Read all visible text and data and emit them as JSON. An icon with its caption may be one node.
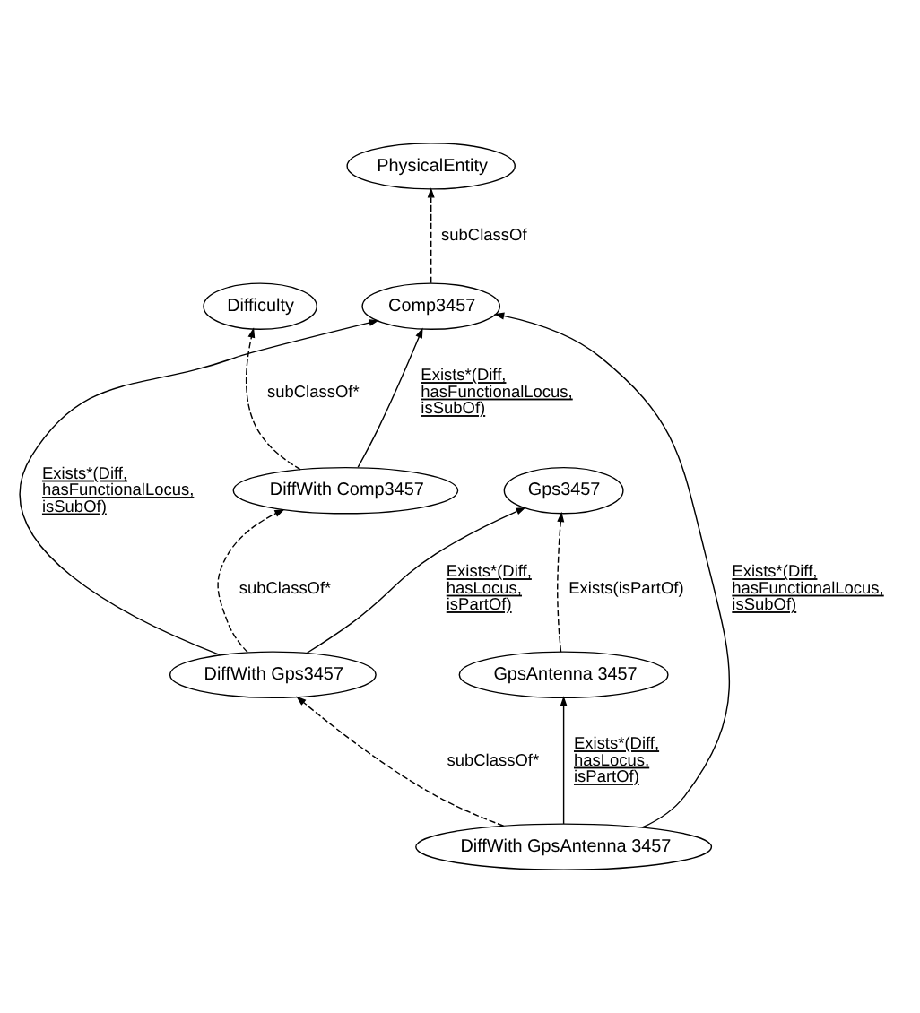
{
  "diagram": {
    "nodes": [
      {
        "text": [
          "Difficulty"
        ]
      },
      {
        "text": [
          "PhysicalEntity"
        ]
      },
      {
        "text": [
          "DiffWith Comp3457"
        ]
      },
      {
        "text": [
          "Comp3457"
        ]
      },
      {
        "text": [
          "DiffWith Gps3457"
        ]
      },
      {
        "text": [
          "DiffWith GpsAntenna 3457"
        ]
      },
      {
        "text": [
          "Gps3457"
        ]
      },
      {
        "text": [
          "GpsAntenna 3457"
        ]
      }
    ],
    "edges": [
      {
        "from": 2,
        "to": 0,
        "arrow": "to",
        "label": "subClassOf*",
        "style": "dashed"
      },
      {
        "from": 3,
        "to": 1,
        "arrow": "to",
        "label": "subClassOf",
        "style": "dashed"
      },
      {
        "from": 2,
        "to": 3,
        "arrow": "to",
        "label": "Exists*(Diff, hasFunctionalLocus, isSubOf)"
      },
      {
        "from": 4,
        "to": 2,
        "arrow": "to",
        "label": "subClassOf*",
        "style": "dashed"
      },
      {
        "from": 4,
        "to": 3,
        "arrow": "to",
        "label": "Exists*(Diff, hasFunctionalLocus, isSubOf)"
      },
      {
        "from": 5,
        "to": 4,
        "arrow": "to",
        "label": "subClassOf*",
        "style": "dashed"
      },
      {
        "from": 5,
        "to": 3,
        "arrow": "to",
        "label": "Exists*(Diff, hasFunctionalLocus, isSubOf)"
      },
      {
        "from": 4,
        "to": 6,
        "arrow": "to",
        "label": "Exists*(Diff, hasLocus, isPartOf)"
      },
      {
        "from": 5,
        "to": 7,
        "arrow": "to",
        "label": "Exists*(Diff, hasLocus, isPartOf)"
      },
      {
        "from": 7,
        "to": 6,
        "arrow": "to",
        "label": "Exists(isPartOf)",
        "style": "dashed"
      }
    ]
  }
}
